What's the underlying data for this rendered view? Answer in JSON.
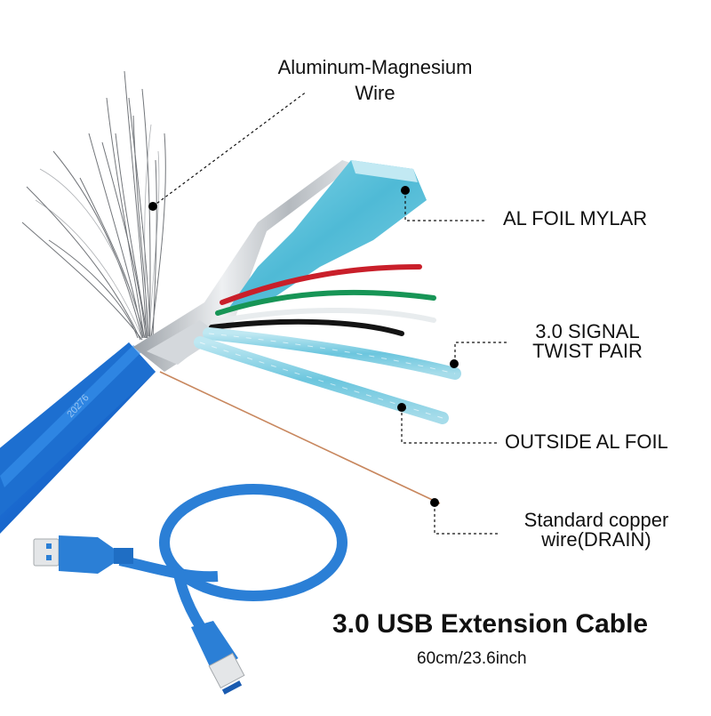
{
  "labels": {
    "aluminum_magnesium": "Aluminum-Magnesium\nWire",
    "aluminum_magnesium_line1": "Aluminum-Magnesium",
    "aluminum_magnesium_line2": "Wire",
    "al_foil_mylar": "AL FOIL MYLAR",
    "signal_line1": "3.0 SIGNAL",
    "signal_line2": "TWIST PAIR",
    "outside_foil": "OUTSIDE AL FOIL",
    "copper_line1": "Standard copper",
    "copper_line2": "wire(DRAIN)"
  },
  "product": {
    "title": "3.0 USB Extension Cable",
    "length": "60cm/23.6inch"
  },
  "cable_print": {
    "jacket_text": "20276"
  },
  "colors": {
    "cable_blue": "#1d6fd0",
    "cable_blue_dark": "#0f4fa8",
    "foil_cyan": "#5ec4dc",
    "foil_silver": "#c9cdd2",
    "wire_red": "#d1232a",
    "wire_green": "#1a9a5a",
    "wire_white": "#e8ecee",
    "wire_black": "#151515",
    "drain_copper": "#c8875e",
    "usb_blue": "#2b7fd6"
  }
}
